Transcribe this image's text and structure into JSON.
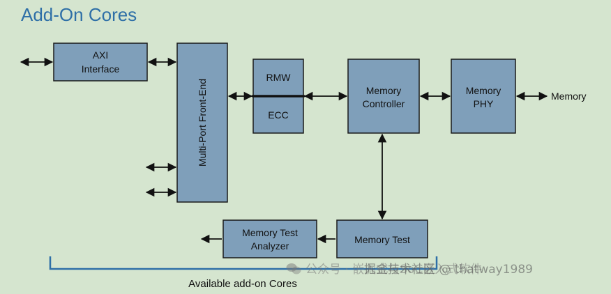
{
  "title": "Add-On Cores",
  "blocks": {
    "axi": [
      "AXI",
      "Interface"
    ],
    "mpfe": "Multi-Port Front-End",
    "rmw": "RMW",
    "ecc": "ECC",
    "mc": [
      "Memory",
      "Controller"
    ],
    "phy": [
      "Memory",
      "PHY"
    ],
    "mt": "Memory Test",
    "mta": [
      "Memory Test",
      "Analyzer"
    ]
  },
  "external_label": "Memory",
  "footer_label": "Available add-on Cores",
  "watermark": {
    "prefix": "公众号 · 嵌入式与SoC嵌入式软件",
    "suffix": "掘金技术社区 @ thatway1989"
  },
  "colors": {
    "box_fill": "#7f9fba",
    "background": "#d5e5cf",
    "title": "#2e6fa7",
    "bracket": "#2e6fa7"
  }
}
